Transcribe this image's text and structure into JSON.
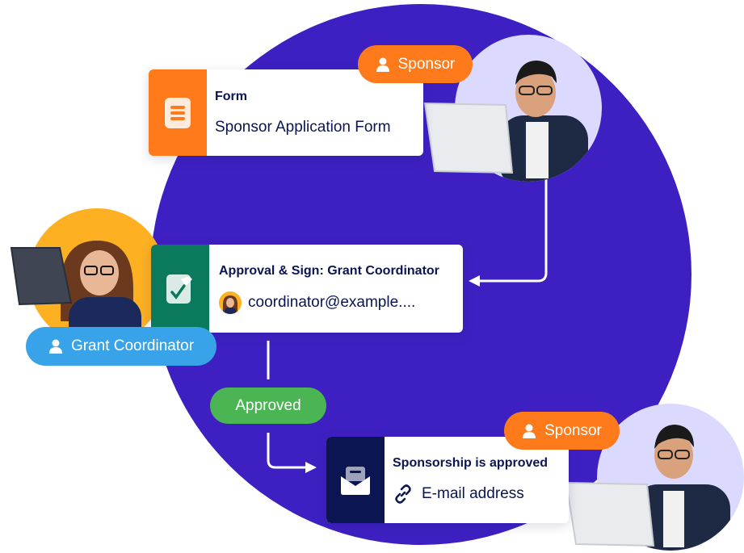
{
  "colors": {
    "circle": "#3e20c2",
    "orange": "#ff7a1a",
    "green_dark": "#0b7a5c",
    "navy": "#0a1551",
    "blue_pill": "#38a3e8",
    "green_pill": "#4ab552",
    "yellow": "#fdb022",
    "light_lavender": "#dcd9ff"
  },
  "form_card": {
    "title": "Form",
    "text": "Sponsor Application Form",
    "icon": "form-icon"
  },
  "sponsor_badge_top": {
    "label": "Sponsor",
    "icon": "user-icon"
  },
  "approval_card": {
    "title": "Approval & Sign: Grant Coordinator",
    "email": "coordinator@example....",
    "icon": "approval-sign-icon"
  },
  "coordinator_badge": {
    "label": "Grant Coordinator",
    "icon": "user-icon"
  },
  "approved_pill": {
    "label": "Approved"
  },
  "email_card": {
    "title": "Sponsorship is approved",
    "text": "E-mail address",
    "icon": "email-icon",
    "link_icon": "link-icon"
  },
  "sponsor_badge_bottom": {
    "label": "Sponsor",
    "icon": "user-icon"
  }
}
